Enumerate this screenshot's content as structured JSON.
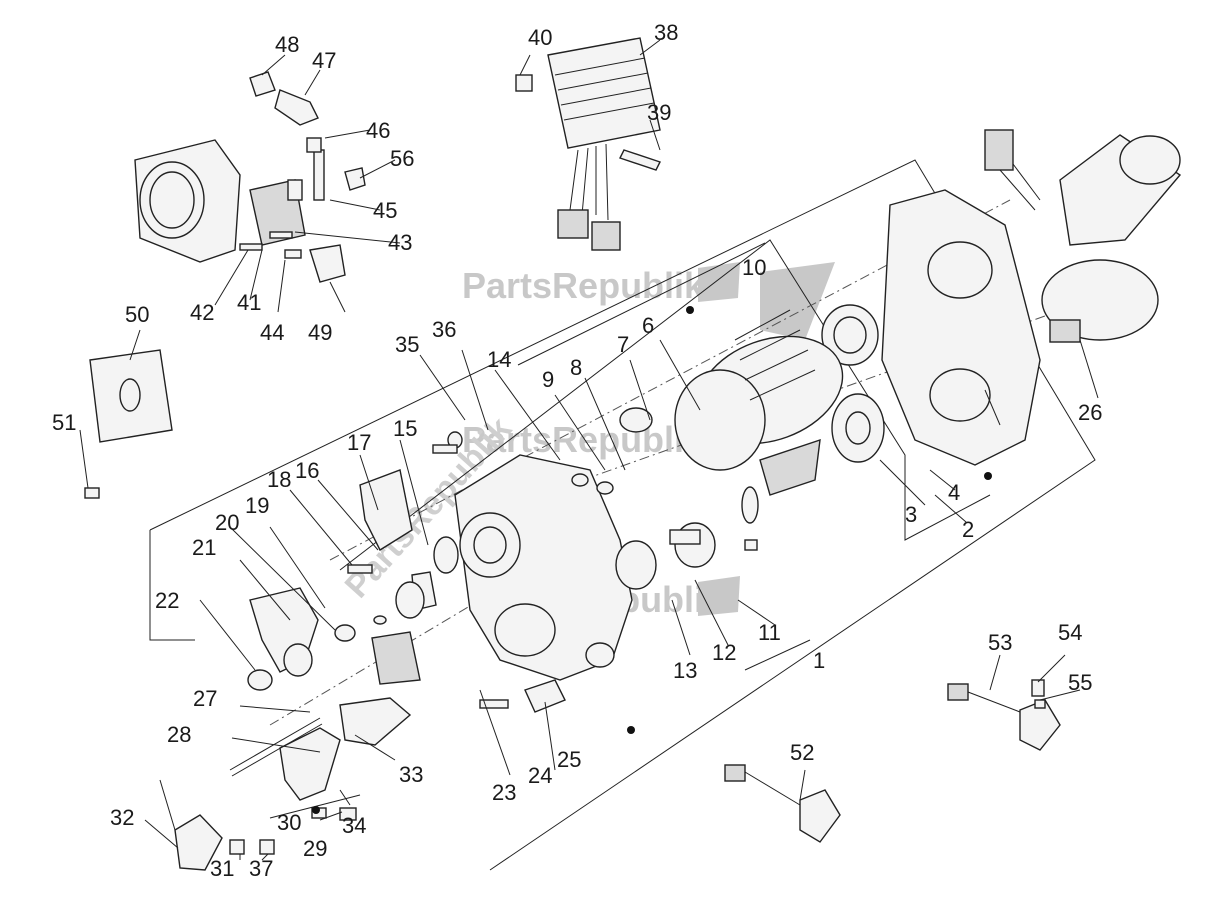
{
  "watermarks": [
    "PartsRepublik",
    "PartsRepublik",
    "PartsRepublik"
  ],
  "icons": {
    "watermark_icon": "gear-flag-icon"
  },
  "colors": {
    "line": "#222222",
    "watermark": "#c8c8c8",
    "background": "#ffffff"
  },
  "callouts": [
    {
      "id": "c1",
      "text": "1"
    },
    {
      "id": "c2",
      "text": "2"
    },
    {
      "id": "c3",
      "text": "3"
    },
    {
      "id": "c4",
      "text": "4"
    },
    {
      "id": "c6",
      "text": "6"
    },
    {
      "id": "c7",
      "text": "7"
    },
    {
      "id": "c8",
      "text": "8"
    },
    {
      "id": "c9",
      "text": "9"
    },
    {
      "id": "c10",
      "text": "10"
    },
    {
      "id": "c11",
      "text": "11"
    },
    {
      "id": "c12",
      "text": "12"
    },
    {
      "id": "c13",
      "text": "13"
    },
    {
      "id": "c14",
      "text": "14"
    },
    {
      "id": "c15",
      "text": "15"
    },
    {
      "id": "c16",
      "text": "16"
    },
    {
      "id": "c17",
      "text": "17"
    },
    {
      "id": "c18",
      "text": "18"
    },
    {
      "id": "c19",
      "text": "19"
    },
    {
      "id": "c20",
      "text": "20"
    },
    {
      "id": "c21",
      "text": "21"
    },
    {
      "id": "c22",
      "text": "22"
    },
    {
      "id": "c23",
      "text": "23"
    },
    {
      "id": "c24",
      "text": "24"
    },
    {
      "id": "c25",
      "text": "25"
    },
    {
      "id": "c26",
      "text": "26"
    },
    {
      "id": "c27",
      "text": "27"
    },
    {
      "id": "c28",
      "text": "28"
    },
    {
      "id": "c29",
      "text": "29"
    },
    {
      "id": "c30",
      "text": "30"
    },
    {
      "id": "c31",
      "text": "31"
    },
    {
      "id": "c32",
      "text": "32"
    },
    {
      "id": "c33",
      "text": "33"
    },
    {
      "id": "c34",
      "text": "34"
    },
    {
      "id": "c35",
      "text": "35"
    },
    {
      "id": "c36",
      "text": "36"
    },
    {
      "id": "c37",
      "text": "37"
    },
    {
      "id": "c38",
      "text": "38"
    },
    {
      "id": "c39",
      "text": "39"
    },
    {
      "id": "c40",
      "text": "40"
    },
    {
      "id": "c41",
      "text": "41"
    },
    {
      "id": "c42",
      "text": "42"
    },
    {
      "id": "c43",
      "text": "43"
    },
    {
      "id": "c44",
      "text": "44"
    },
    {
      "id": "c45",
      "text": "45"
    },
    {
      "id": "c46",
      "text": "46"
    },
    {
      "id": "c47",
      "text": "47"
    },
    {
      "id": "c48",
      "text": "48"
    },
    {
      "id": "c49",
      "text": "49"
    },
    {
      "id": "c50",
      "text": "50"
    },
    {
      "id": "c51",
      "text": "51"
    },
    {
      "id": "c52",
      "text": "52"
    },
    {
      "id": "c53",
      "text": "53"
    },
    {
      "id": "c54",
      "text": "54"
    },
    {
      "id": "c55",
      "text": "55"
    },
    {
      "id": "c56",
      "text": "56"
    }
  ]
}
